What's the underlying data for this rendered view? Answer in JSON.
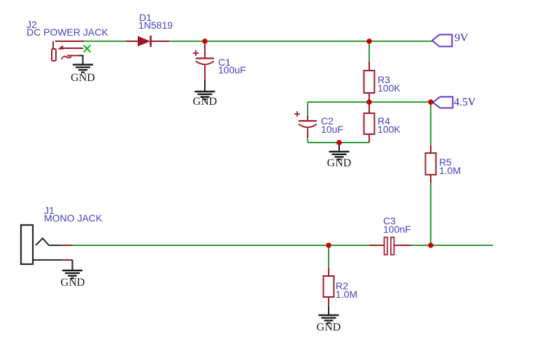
{
  "schematic": {
    "components": {
      "J2": {
        "ref": "J2",
        "value": "DC POWER JACK"
      },
      "D1": {
        "ref": "D1",
        "value": "1N5819"
      },
      "C1": {
        "ref": "C1",
        "value": "100uF"
      },
      "R3": {
        "ref": "R3",
        "value": "100K"
      },
      "R4": {
        "ref": "R4",
        "value": "100K"
      },
      "C2": {
        "ref": "C2",
        "value": "10uF"
      },
      "R5": {
        "ref": "R5",
        "value": "1.0M"
      },
      "C3": {
        "ref": "C3",
        "value": "100nF"
      },
      "R2": {
        "ref": "R2",
        "value": "1.0M"
      },
      "J1": {
        "ref": "J1",
        "value": "MONO JACK"
      }
    },
    "net_flags": {
      "v9": "9V",
      "v45": "4.5V"
    },
    "ground_label": "GND",
    "colors": {
      "wire": "#2f9b35",
      "symbol": "#a01828",
      "junction": "#cc0000",
      "component_label": "#4340bf",
      "net_label": "#2b2bb8",
      "flag_outline": "#5b33cc",
      "ground": "#1c1c1c",
      "no_connect": "#16be16",
      "jack_body": "#2b2b2b"
    }
  }
}
